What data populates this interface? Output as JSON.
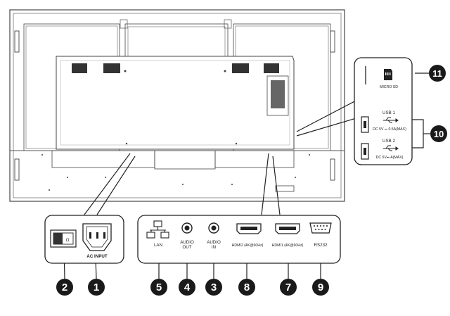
{
  "ports_panel": {
    "items": [
      {
        "id": "lan",
        "label": "LAN"
      },
      {
        "id": "audio-out",
        "label": "AUDIO\nOUT"
      },
      {
        "id": "audio-in",
        "label": "AUDIO\nIN"
      },
      {
        "id": "hdmi2",
        "label": "HDMI2 (4K@60Hz)"
      },
      {
        "id": "hdmi1",
        "label": "HDMI1 (4K@60Hz)"
      },
      {
        "id": "rs232",
        "label": "RS232"
      }
    ]
  },
  "power_panel": {
    "ac_input_label": "AC INPUT"
  },
  "side_panel": {
    "micro_sd_label": "MICRO SD",
    "usb1_label": "USB 1",
    "usb1_rating": "DC 5V ⎓ 0.5A(MAX)",
    "usb2_label": "USB 2",
    "usb2_rating": "DC 5V⎓ A(MAX)"
  },
  "callouts": {
    "power_switch": "2",
    "ac_input": "1",
    "lan": "5",
    "audio_out": "4",
    "audio_in": "3",
    "hdmi2": "8",
    "hdmi1": "7",
    "rs232": "9",
    "micro_sd": "11",
    "usb": "10"
  }
}
